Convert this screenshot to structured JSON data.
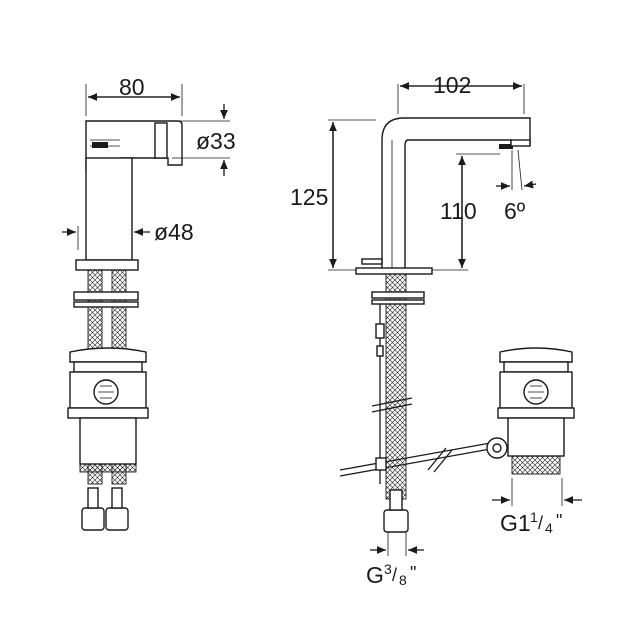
{
  "dimensions": {
    "front_width": "80",
    "spout_diameter": "ø33",
    "body_diameter": "ø48",
    "side_reach": "102",
    "total_height": "125",
    "spout_height": "110",
    "spout_angle": "6º",
    "supply_thread": {
      "letter": "G",
      "num": "3",
      "den": "8",
      "mark": "\""
    },
    "waste_thread": {
      "prefix": "G1",
      "num": "1",
      "den": "4",
      "mark": "\""
    }
  },
  "colors": {
    "line": "#1a1a1a",
    "background": "#ffffff"
  }
}
